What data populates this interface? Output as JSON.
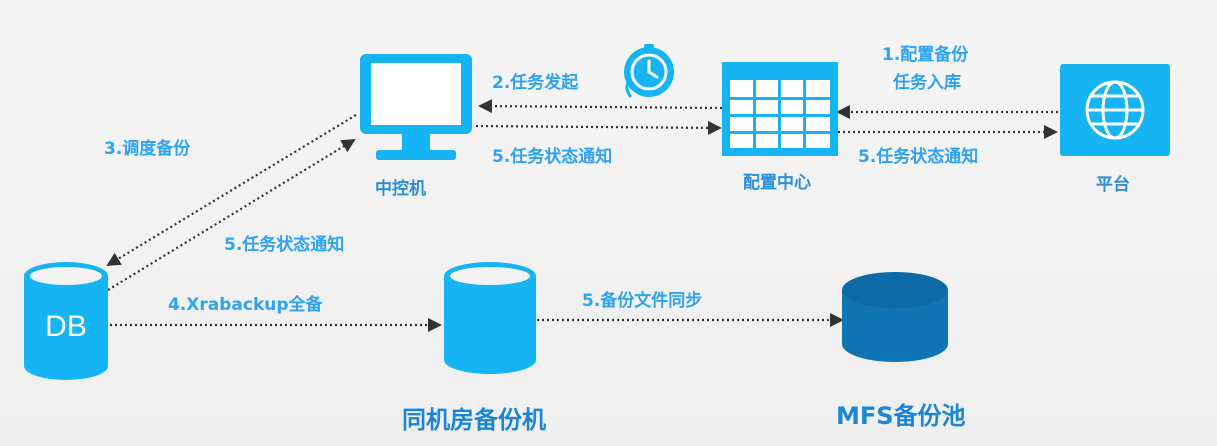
{
  "colors": {
    "primary": "#16b4f3",
    "dark_pool": "#0f75b4",
    "line": "#333333",
    "label": "#2ea3f2"
  },
  "nodes": {
    "controller": {
      "label": "中控机",
      "icon": "monitor-icon"
    },
    "config_center": {
      "label": "配置中心",
      "icon": "table-icon"
    },
    "platform": {
      "label": "平台",
      "icon": "globe-icon"
    },
    "db": {
      "label": "DB",
      "icon": "database-icon"
    },
    "backup_machine": {
      "label": "同机房备份机",
      "icon": "database-icon"
    },
    "mfs_pool": {
      "label": "MFS备份池",
      "icon": "database-icon"
    },
    "clock": {
      "icon": "clock-icon"
    }
  },
  "edges": {
    "config_task_line1": "1.配置备份",
    "config_task_line2": "任务入库",
    "task_start": "2.任务发起",
    "dispatch_backup": "3.调度备份",
    "xrabackup_full": "4.Xrabackup全备",
    "status_notify_controller": "5.任务状态通知",
    "status_notify_platform": "5.任务状态通知",
    "status_notify_db": "5.任务状态通知",
    "file_sync": "5.备份文件同步"
  }
}
